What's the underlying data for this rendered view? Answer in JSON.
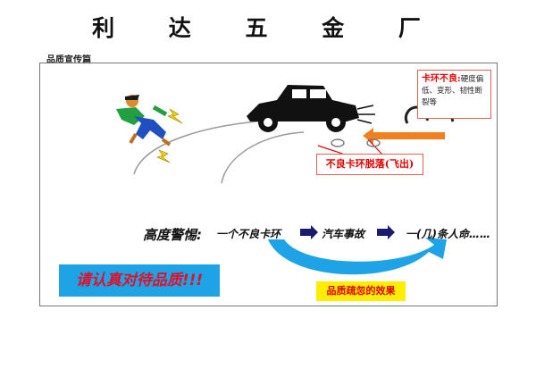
{
  "header": {
    "title": "利 达 五 金 厂",
    "subtitle": "品质宣传篇"
  },
  "note": {
    "lead": "卡环不良:",
    "text1": "硬度偏",
    "text2": "低、变形、韧性断裂等"
  },
  "callout": "不良卡环脱落(飞出)",
  "warning": {
    "heading": "高度警惕:",
    "step1": "一个不良卡环",
    "step2": "汽车事故",
    "step3": "一(几)条人命……"
  },
  "slogan": "请认真对待品质!!!",
  "consequence": "品质疏忽的效果",
  "colors": {
    "accent_red": "#e00000",
    "banner_blue": "#1ea4e6",
    "label_yellow": "#ffee00",
    "arrow_orange": "#f08020",
    "arrow_navy": "#1a1a6e"
  }
}
